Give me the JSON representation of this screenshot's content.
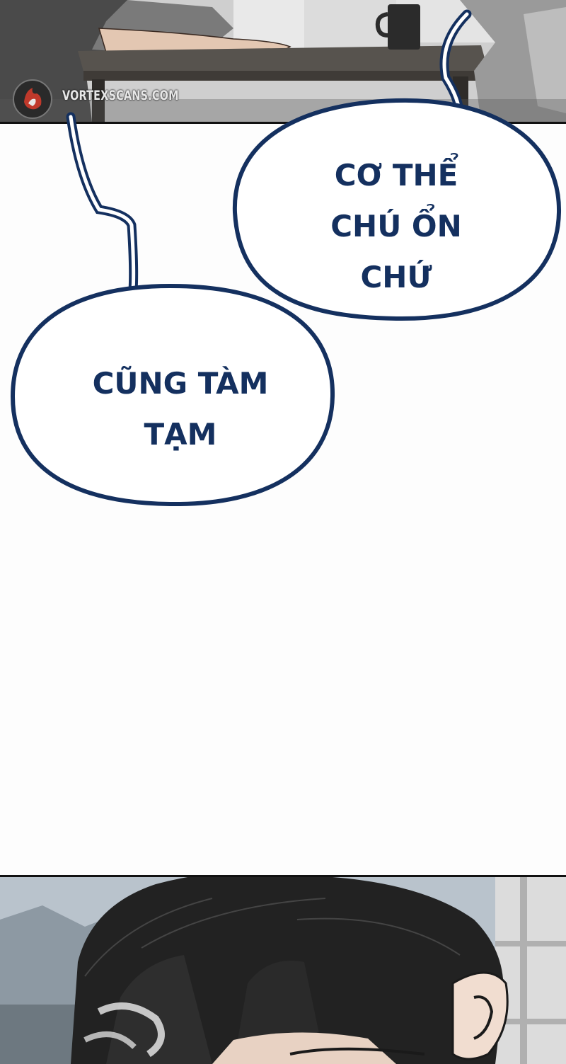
{
  "page": {
    "background": "#fdfdfd"
  },
  "top_panel": {
    "watermark": {
      "icon": "vortex-logo-icon",
      "label": "VORTEXSCANS.COM"
    }
  },
  "speech_bubbles": [
    {
      "id": "bubble-right",
      "lines": [
        "CƠ THỂ",
        "CHÚ ỔN",
        "CHỨ"
      ],
      "text_color": "#14305f",
      "outline_color": "#14305f"
    },
    {
      "id": "bubble-left",
      "lines": [
        "CŨNG TÀM",
        "TẠM"
      ],
      "text_color": "#14305f",
      "outline_color": "#14305f"
    }
  ],
  "bottom_panel": {
    "icon": "character-head-illustration"
  }
}
